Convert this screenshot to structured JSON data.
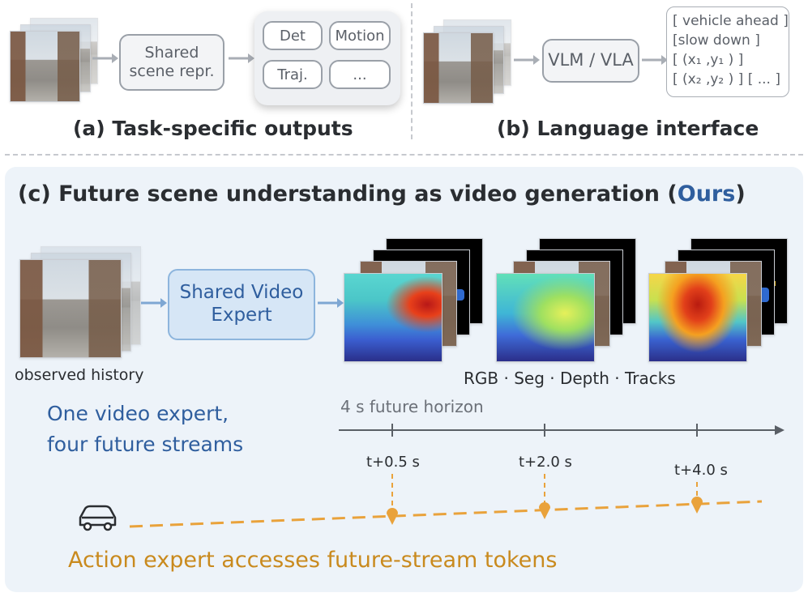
{
  "panel_a": {
    "shared_repr": "Shared scene repr.",
    "outputs": [
      "Det",
      "Motion",
      "Traj.",
      "..."
    ],
    "caption": "(a) Task-specific outputs"
  },
  "panel_b": {
    "model": "VLM / VLA",
    "language_lines": [
      "[ vehicle ahead ]",
      "[slow down ]",
      "[ (x₁ ,y₁ ) ]",
      "[ (x₂ ,y₂ ) ] [ ... ]"
    ],
    "caption": "(b) Language interface"
  },
  "panel_c": {
    "title_prefix": "(c) Future scene understanding as video generation (",
    "title_highlight": "Ours",
    "title_suffix": ")",
    "observed_label": "observed history",
    "expert": "Shared Video Expert",
    "streams_label": "RGB · Seg · Depth · Tracks",
    "tagline_line1": "One video expert,",
    "tagline_line2": "four future streams",
    "horizon_label": "4 s future horizon",
    "ticks": [
      "t+0.5 s",
      "t+2.0 s",
      "t+4.0 s"
    ],
    "action_text": "Action expert accesses future-stream tokens"
  },
  "colors": {
    "blue_text": "#2f5e9e",
    "orange": "#e9a23b",
    "action_text": "#c98a1e",
    "expert_fill": "#d6e6f6",
    "panel_bg": "#edf3f9"
  }
}
